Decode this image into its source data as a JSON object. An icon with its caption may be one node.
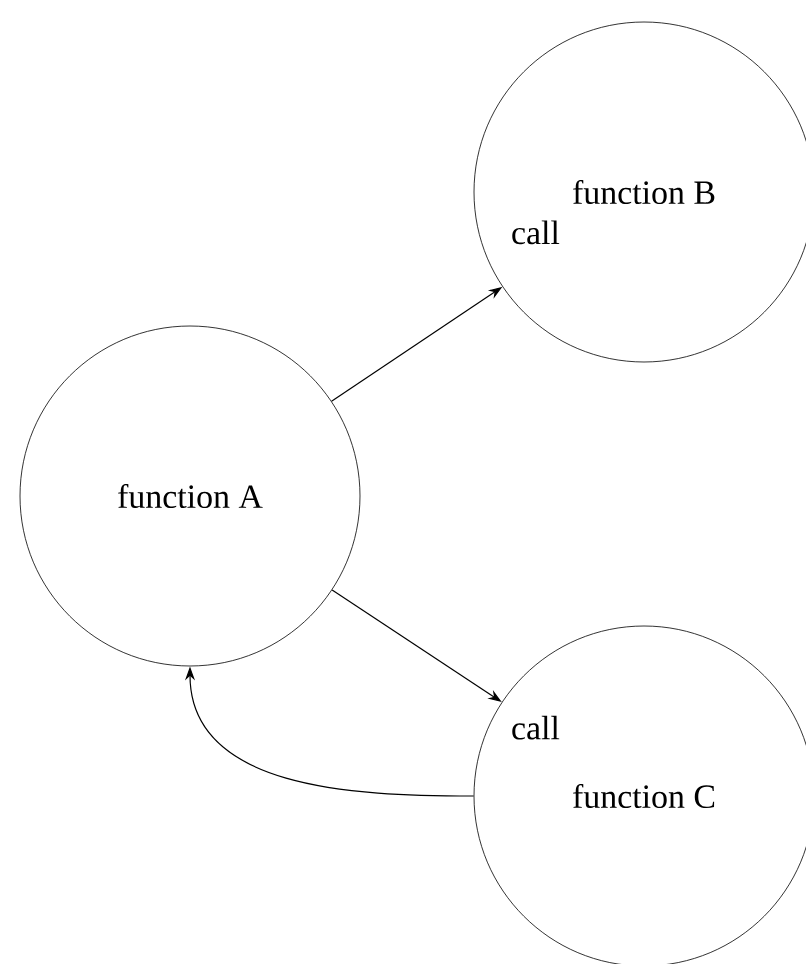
{
  "diagram": {
    "nodes": [
      {
        "text": [
          "function A"
        ]
      },
      {
        "text": [
          "function B"
        ]
      },
      {
        "text": [
          "function C"
        ]
      }
    ],
    "edges": [
      {
        "from": 0,
        "to": 1,
        "arrow": "to",
        "label": "call"
      },
      {
        "from": 0,
        "to": 2,
        "arrow": "to",
        "label": "call"
      },
      {
        "from": 2,
        "to": 0,
        "arrow": "to"
      }
    ]
  }
}
